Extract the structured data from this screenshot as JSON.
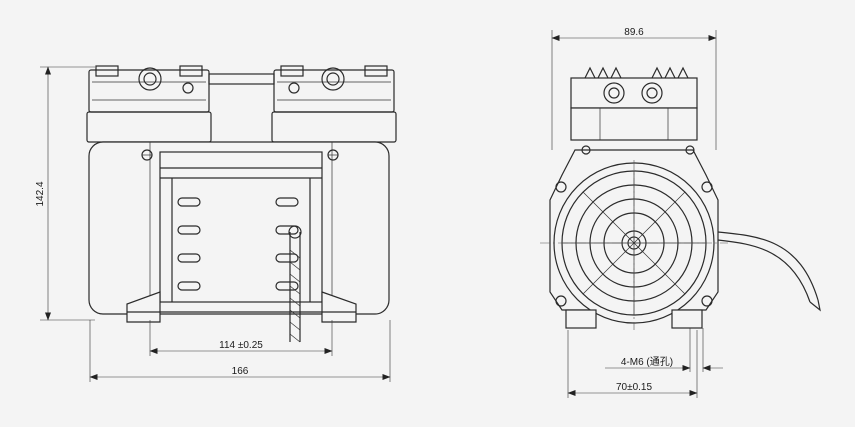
{
  "dimensions": {
    "height": "142.4",
    "width_total": "166",
    "foot_spacing": "114 ±0.25",
    "depth": "89.6",
    "mount_holes": "4-M6 (通孔)",
    "mount_spacing": "70±0.15"
  }
}
